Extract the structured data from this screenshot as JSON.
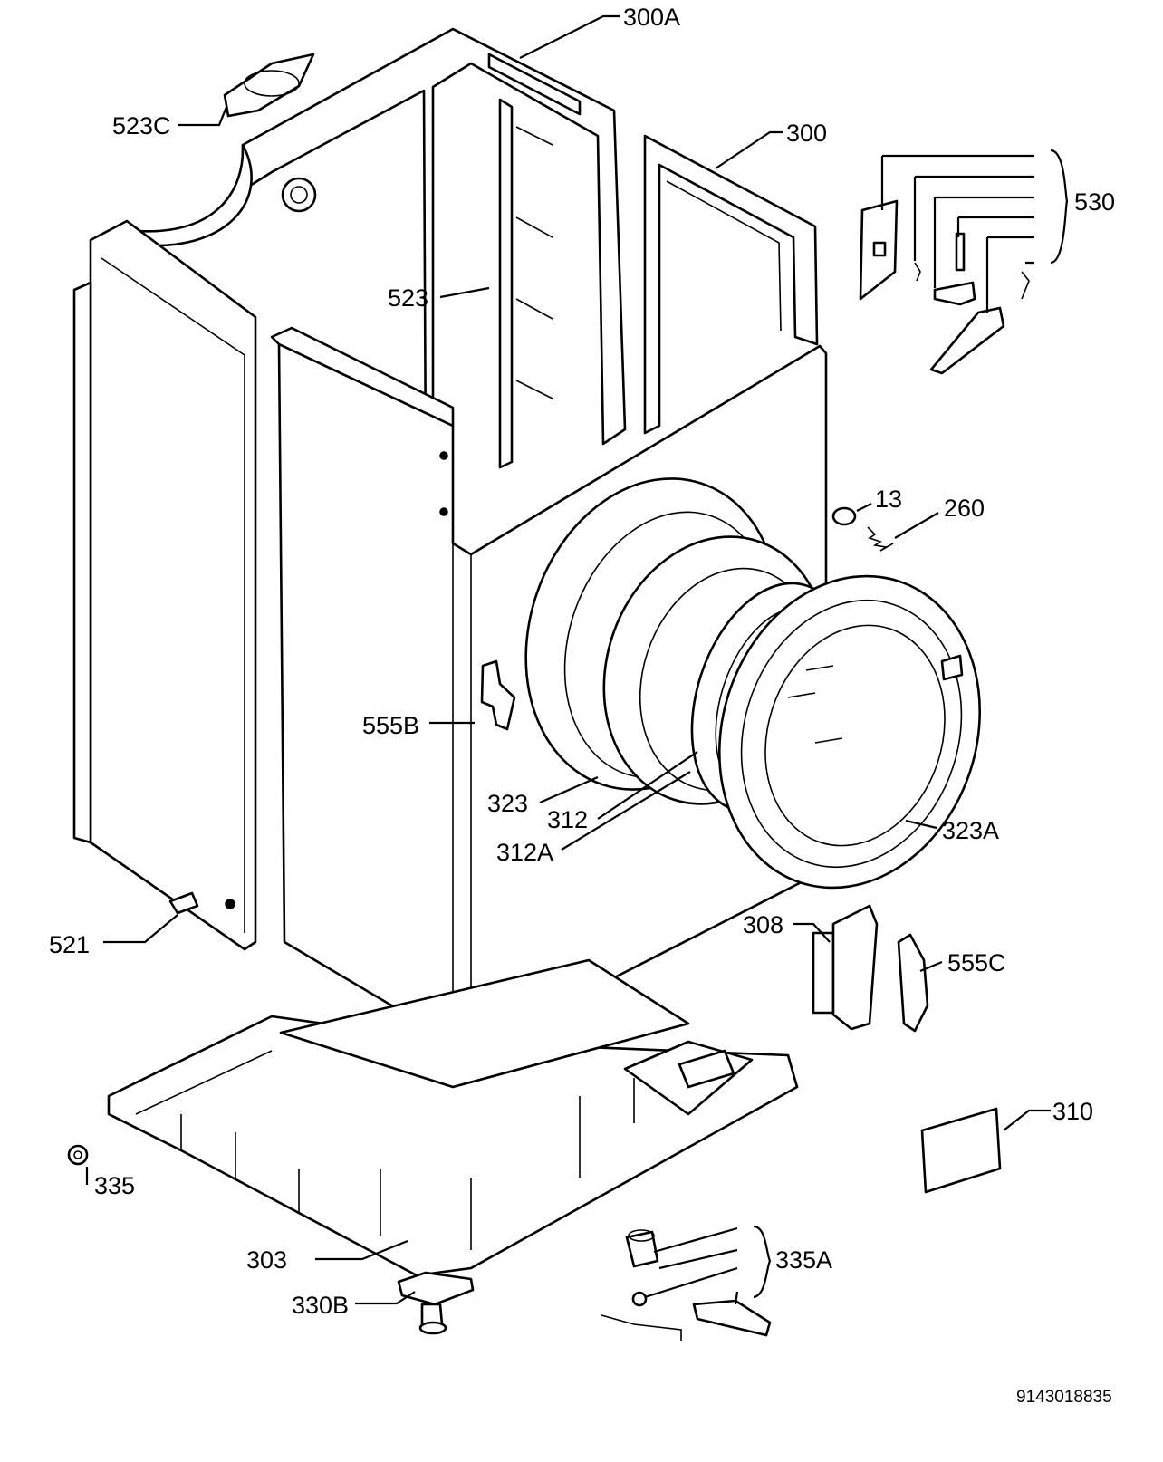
{
  "labels": {
    "p300a": "300A",
    "p523c": "523C",
    "p300": "300",
    "p530": "530",
    "p523": "523",
    "p13": "13",
    "p260": "260",
    "p555b": "555B",
    "p323": "323",
    "p312": "312",
    "p312a": "312A",
    "p323a": "323A",
    "p521": "521",
    "p308": "308",
    "p555c": "555C",
    "p310": "310",
    "p335": "335",
    "p335a": "335A",
    "p303": "303",
    "p330b": "330B"
  },
  "document_code": "9143018835"
}
